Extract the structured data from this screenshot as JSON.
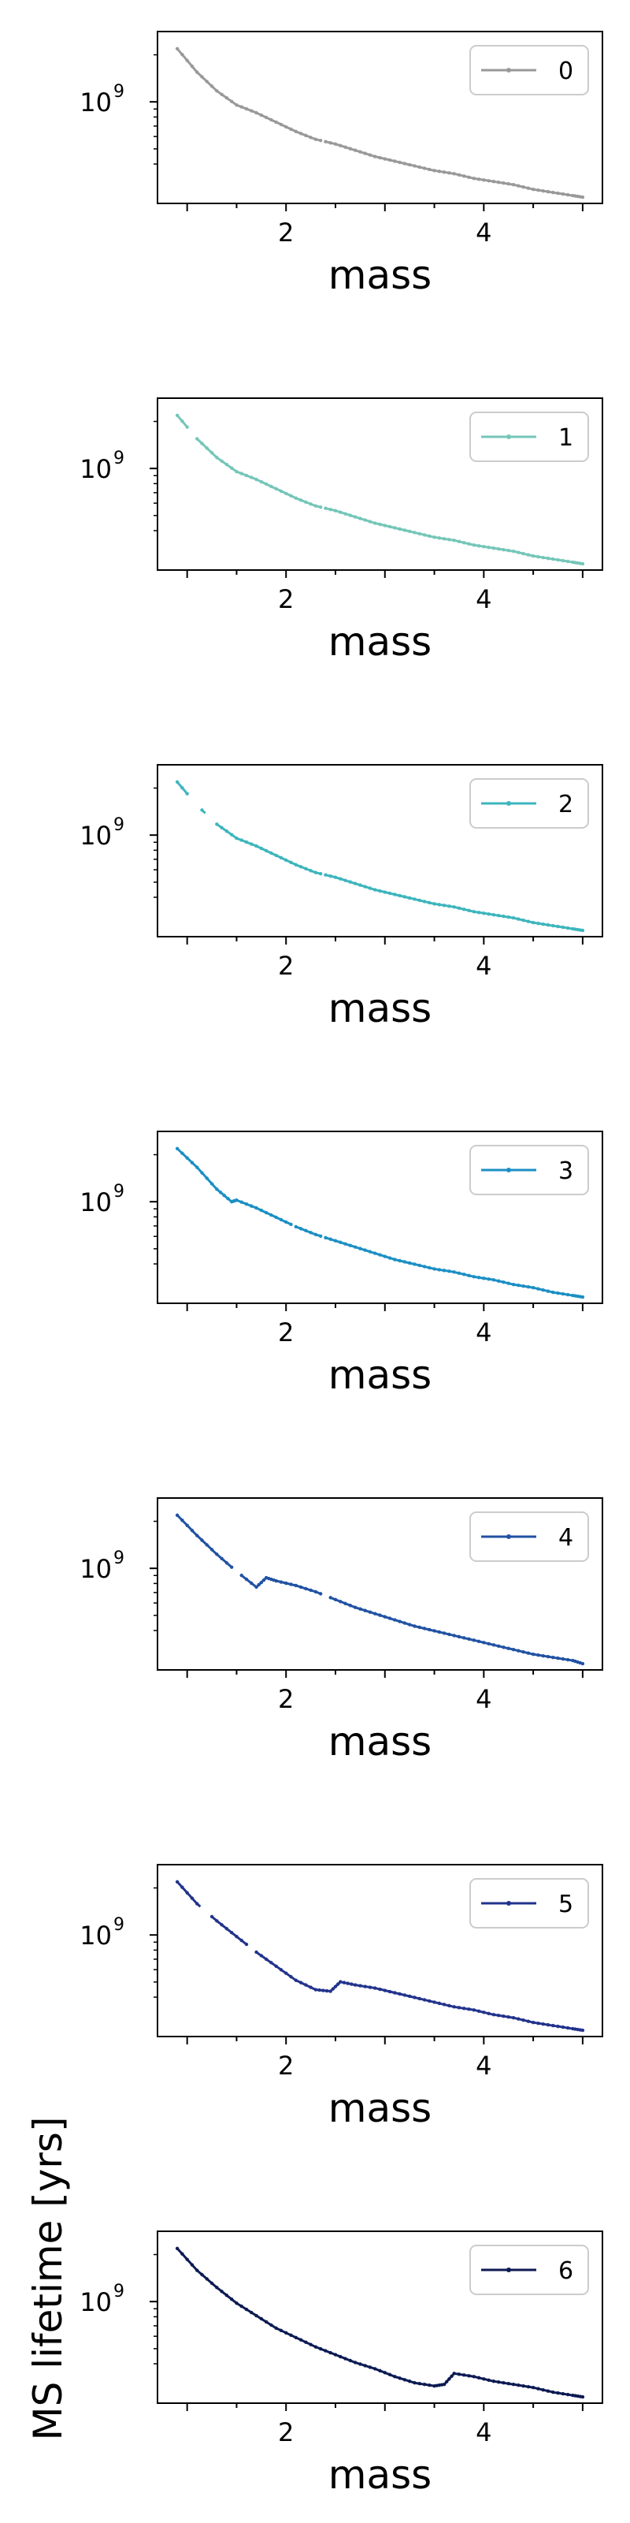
{
  "figure": {
    "ylabel": "MS lifetime [yrs]",
    "xlabel": "mass",
    "y_tick_label": "10",
    "y_tick_exponent": "9"
  },
  "chart_data": [
    {
      "type": "line",
      "series": [
        {
          "name": "0",
          "color": "#999999"
        }
      ],
      "xlabel": "mass",
      "ylabel": "MS lifetime [yrs]",
      "xlim": [
        0.7,
        5.2
      ],
      "ylim_log10": [
        8.35,
        9.45
      ],
      "yscale": "log",
      "x_ticks": [
        "2",
        "4"
      ],
      "y_ticks": [
        "10^9"
      ],
      "legend": "top-right",
      "x": [
        0.9,
        1.1,
        1.3,
        1.5,
        1.7,
        1.9,
        2.1,
        2.3,
        2.5,
        2.7,
        2.9,
        3.1,
        3.3,
        3.5,
        3.7,
        3.9,
        4.1,
        4.3,
        4.5,
        4.7,
        4.9,
        5.0
      ],
      "log_y": [
        9.34,
        9.19,
        9.07,
        8.98,
        8.93,
        8.87,
        8.81,
        8.76,
        8.73,
        8.69,
        8.65,
        8.62,
        8.59,
        8.56,
        8.54,
        8.51,
        8.49,
        8.47,
        8.44,
        8.42,
        8.4,
        8.39
      ],
      "gaps": [
        [
          2.35,
          2.4
        ]
      ]
    },
    {
      "type": "line",
      "series": [
        {
          "name": "1",
          "color": "#74c6b8"
        }
      ],
      "xlabel": "mass",
      "ylabel": "MS lifetime [yrs]",
      "xlim": [
        0.7,
        5.2
      ],
      "ylim_log10": [
        8.35,
        9.45
      ],
      "yscale": "log",
      "x_ticks": [
        "2",
        "4"
      ],
      "y_ticks": [
        "10^9"
      ],
      "legend": "top-right",
      "x": [
        0.9,
        1.1,
        1.3,
        1.5,
        1.7,
        1.9,
        2.1,
        2.3,
        2.5,
        2.7,
        2.9,
        3.1,
        3.3,
        3.5,
        3.7,
        3.9,
        4.1,
        4.3,
        4.5,
        4.7,
        4.9,
        5.0
      ],
      "log_y": [
        9.34,
        9.19,
        9.07,
        8.98,
        8.93,
        8.87,
        8.81,
        8.76,
        8.73,
        8.69,
        8.65,
        8.62,
        8.59,
        8.56,
        8.54,
        8.51,
        8.49,
        8.47,
        8.44,
        8.42,
        8.4,
        8.39
      ],
      "gaps": [
        [
          1.0,
          1.1
        ],
        [
          2.35,
          2.4
        ]
      ]
    },
    {
      "type": "line",
      "series": [
        {
          "name": "2",
          "color": "#3db5bd"
        }
      ],
      "xlabel": "mass",
      "ylabel": "MS lifetime [yrs]",
      "xlim": [
        0.7,
        5.2
      ],
      "ylim_log10": [
        8.35,
        9.45
      ],
      "yscale": "log",
      "x_ticks": [
        "2",
        "4"
      ],
      "y_ticks": [
        "10^9"
      ],
      "legend": "top-right",
      "x": [
        0.9,
        1.1,
        1.3,
        1.5,
        1.7,
        1.9,
        2.1,
        2.3,
        2.5,
        2.7,
        2.9,
        3.1,
        3.3,
        3.5,
        3.7,
        3.9,
        4.1,
        4.3,
        4.5,
        4.7,
        4.9,
        5.0
      ],
      "log_y": [
        9.34,
        9.19,
        9.07,
        8.98,
        8.93,
        8.87,
        8.81,
        8.76,
        8.73,
        8.69,
        8.65,
        8.62,
        8.59,
        8.56,
        8.54,
        8.51,
        8.49,
        8.47,
        8.44,
        8.42,
        8.4,
        8.39
      ],
      "gaps": [
        [
          1.0,
          1.15
        ],
        [
          1.2,
          1.3
        ],
        [
          2.35,
          2.4
        ]
      ]
    },
    {
      "type": "line",
      "series": [
        {
          "name": "3",
          "color": "#1b8fc4"
        }
      ],
      "xlabel": "mass",
      "ylabel": "MS lifetime [yrs]",
      "xlim": [
        0.7,
        5.2
      ],
      "ylim_log10": [
        8.35,
        9.45
      ],
      "yscale": "log",
      "x_ticks": [
        "2",
        "4"
      ],
      "y_ticks": [
        "10^9"
      ],
      "legend": "top-right",
      "x": [
        0.9,
        1.1,
        1.3,
        1.45,
        1.5,
        1.7,
        1.9,
        2.1,
        2.3,
        2.5,
        2.7,
        2.9,
        3.1,
        3.3,
        3.5,
        3.7,
        3.9,
        4.1,
        4.3,
        4.5,
        4.7,
        4.9,
        5.0
      ],
      "log_y": [
        9.34,
        9.22,
        9.08,
        9.0,
        9.01,
        8.96,
        8.9,
        8.84,
        8.79,
        8.75,
        8.71,
        8.67,
        8.63,
        8.6,
        8.57,
        8.55,
        8.52,
        8.5,
        8.47,
        8.45,
        8.42,
        8.4,
        8.39
      ],
      "gaps": [
        [
          2.05,
          2.1
        ],
        [
          2.35,
          2.4
        ]
      ]
    },
    {
      "type": "line",
      "series": [
        {
          "name": "4",
          "color": "#2152a3"
        }
      ],
      "xlabel": "mass",
      "ylabel": "MS lifetime [yrs]",
      "xlim": [
        0.7,
        5.2
      ],
      "ylim_log10": [
        8.35,
        9.45
      ],
      "yscale": "log",
      "x_ticks": [
        "2",
        "4"
      ],
      "y_ticks": [
        "10^9"
      ],
      "legend": "top-right",
      "x": [
        0.9,
        1.1,
        1.3,
        1.5,
        1.7,
        1.8,
        1.9,
        2.1,
        2.3,
        2.5,
        2.7,
        2.9,
        3.1,
        3.3,
        3.5,
        3.7,
        3.9,
        4.1,
        4.3,
        4.5,
        4.7,
        4.9,
        5.0
      ],
      "log_y": [
        9.34,
        9.21,
        9.09,
        8.98,
        8.88,
        8.94,
        8.92,
        8.89,
        8.85,
        8.8,
        8.75,
        8.71,
        8.67,
        8.63,
        8.6,
        8.57,
        8.54,
        8.51,
        8.48,
        8.45,
        8.43,
        8.41,
        8.39
      ],
      "gaps": [
        [
          1.45,
          1.55
        ],
        [
          2.35,
          2.45
        ]
      ]
    },
    {
      "type": "line",
      "series": [
        {
          "name": "5",
          "color": "#22338c"
        }
      ],
      "xlabel": "mass",
      "ylabel": "MS lifetime [yrs]",
      "xlim": [
        0.7,
        5.2
      ],
      "ylim_log10": [
        8.35,
        9.45
      ],
      "yscale": "log",
      "x_ticks": [
        "2",
        "4"
      ],
      "y_ticks": [
        "10^9"
      ],
      "legend": "top-right",
      "x": [
        0.9,
        1.1,
        1.3,
        1.5,
        1.7,
        1.9,
        2.1,
        2.3,
        2.45,
        2.55,
        2.7,
        2.9,
        3.1,
        3.3,
        3.5,
        3.7,
        3.9,
        4.1,
        4.3,
        4.5,
        4.7,
        4.9,
        5.0
      ],
      "log_y": [
        9.34,
        9.2,
        9.09,
        8.99,
        8.89,
        8.8,
        8.71,
        8.65,
        8.64,
        8.7,
        8.68,
        8.66,
        8.63,
        8.6,
        8.57,
        8.54,
        8.52,
        8.49,
        8.47,
        8.44,
        8.42,
        8.4,
        8.39
      ],
      "gaps": [
        [
          1.15,
          1.25
        ],
        [
          1.6,
          1.7
        ]
      ]
    },
    {
      "type": "line",
      "series": [
        {
          "name": "6",
          "color": "#0c1a52"
        }
      ],
      "xlabel": "mass",
      "ylabel": "MS lifetime [yrs]",
      "xlim": [
        0.7,
        5.2
      ],
      "ylim_log10": [
        8.35,
        9.45
      ],
      "yscale": "log",
      "x_ticks": [
        "2",
        "4"
      ],
      "y_ticks": [
        "10^9"
      ],
      "legend": "top-right",
      "x": [
        0.9,
        1.1,
        1.3,
        1.5,
        1.7,
        1.9,
        2.1,
        2.3,
        2.5,
        2.7,
        2.9,
        3.1,
        3.3,
        3.5,
        3.6,
        3.7,
        3.9,
        4.1,
        4.3,
        4.5,
        4.7,
        4.9,
        5.0
      ],
      "log_y": [
        9.34,
        9.2,
        9.09,
        8.99,
        8.91,
        8.83,
        8.77,
        8.71,
        8.66,
        8.61,
        8.57,
        8.52,
        8.48,
        8.46,
        8.47,
        8.54,
        8.52,
        8.49,
        8.47,
        8.45,
        8.42,
        8.4,
        8.39
      ],
      "gaps": []
    }
  ]
}
